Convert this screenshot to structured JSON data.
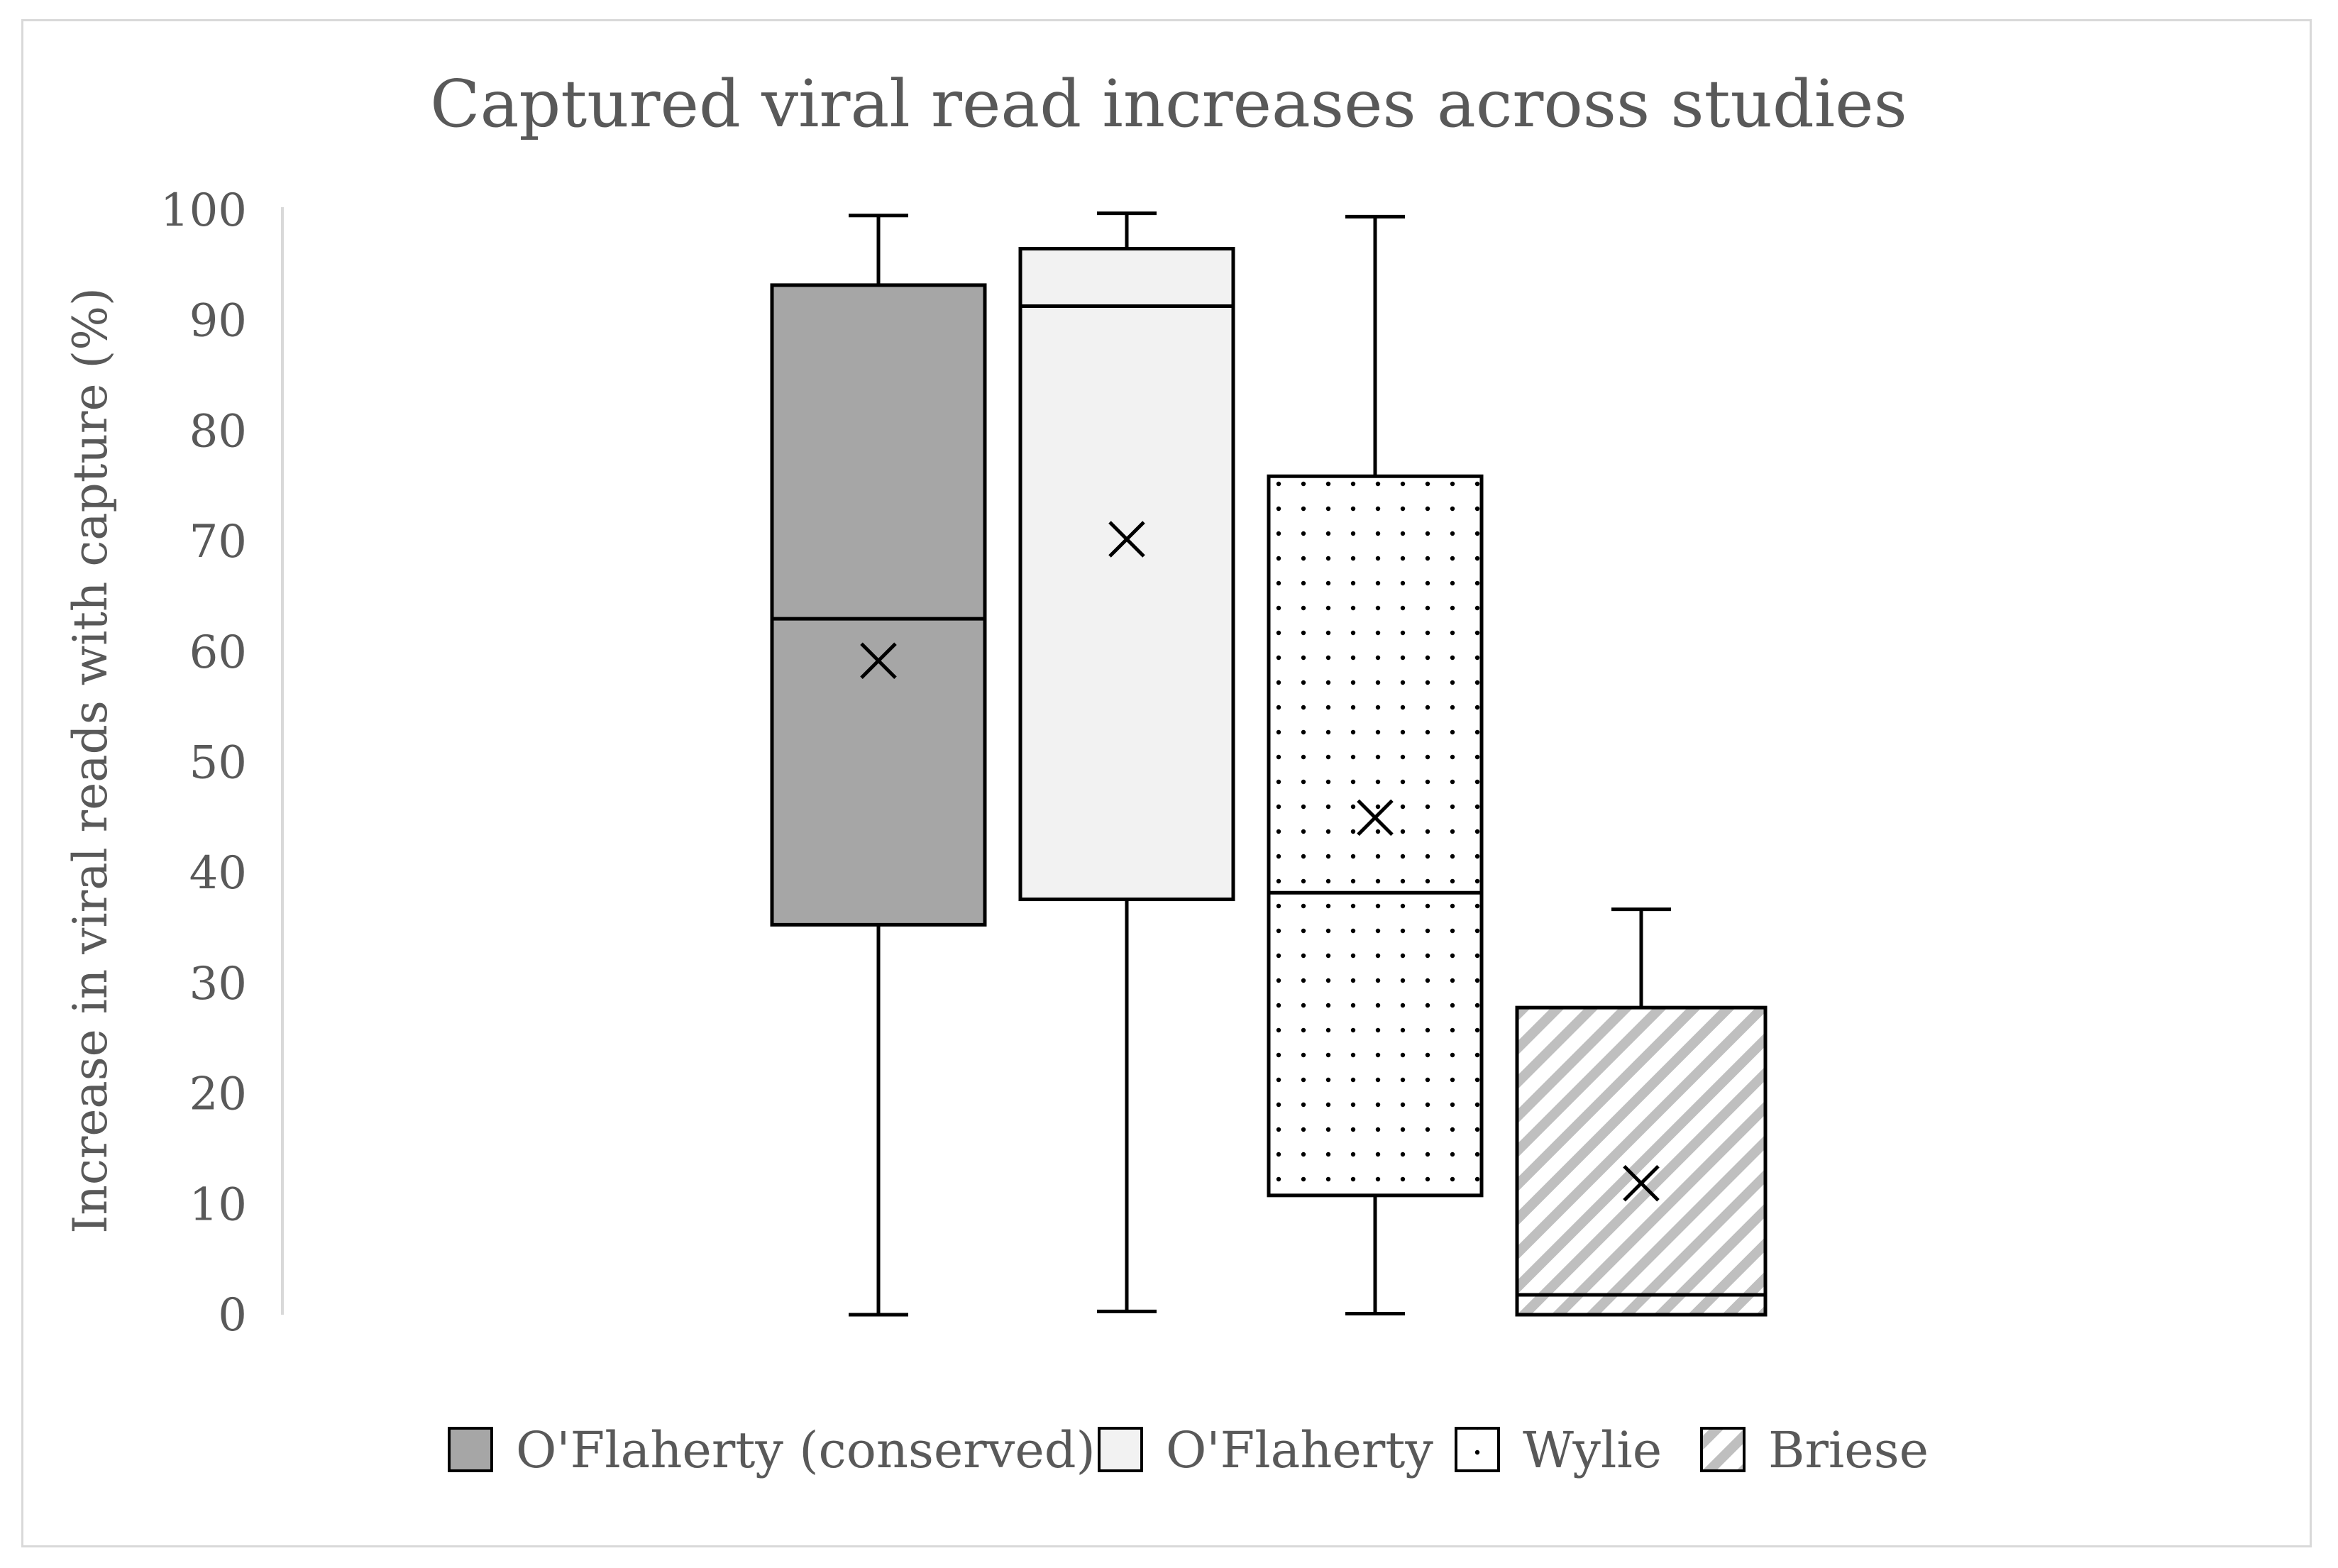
{
  "chart_data": {
    "type": "box",
    "title": "Captured viral read increases across studies",
    "ylabel": "Increase in viral reads with capture  (%)",
    "xlabel": "",
    "ylim": [
      0,
      100
    ],
    "yticks": [
      0,
      10,
      20,
      30,
      40,
      50,
      60,
      70,
      80,
      90,
      100
    ],
    "grid": false,
    "legend_position": "bottom",
    "series": [
      {
        "name": "O'Flaherty (conserved)",
        "fill": "#a6a6a6",
        "pattern": "solid",
        "min": 0,
        "q1": 35.3,
        "median": 63,
        "q3": 93.2,
        "max": 99.5,
        "mean": 59.2
      },
      {
        "name": "O'Flaherty",
        "fill": "#f2f2f2",
        "pattern": "solid",
        "min": 0.3,
        "q1": 37.6,
        "median": 91.3,
        "q3": 96.5,
        "max": 99.7,
        "mean": 70.2
      },
      {
        "name": "Wylie",
        "fill": "#ffffff",
        "pattern": "dots",
        "min": 0.1,
        "q1": 10.8,
        "median": 38.2,
        "q3": 75.9,
        "max": 99.4,
        "mean": 45
      },
      {
        "name": "Briese",
        "fill": "#ffffff",
        "pattern": "diagonal",
        "min": 0,
        "q1": 0,
        "median": 1.8,
        "q3": 27.8,
        "max": 36.7,
        "mean": 11.9
      }
    ]
  }
}
